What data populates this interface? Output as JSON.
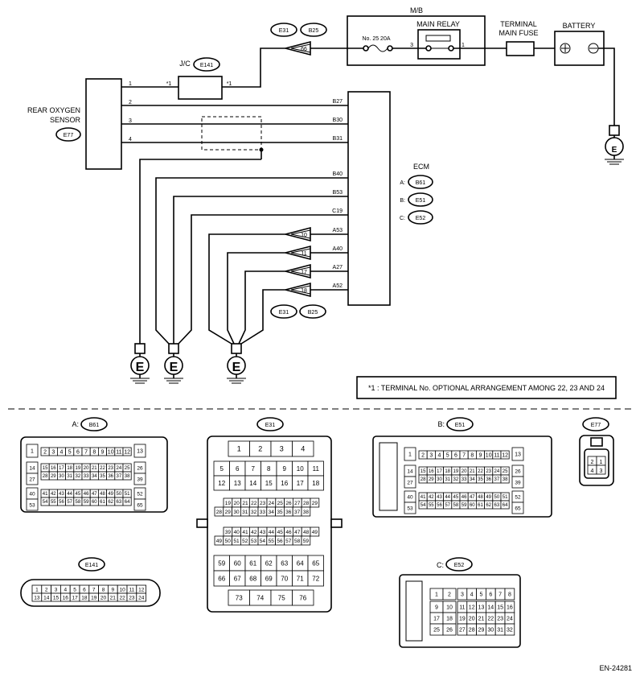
{
  "diagram": {
    "title_mb": "M/B",
    "main_relay": "MAIN RELAY",
    "fuse": "No. 25  20A",
    "relay_pins": [
      "3",
      "1"
    ],
    "terminal_main_fuse": [
      "TERMINAL",
      "MAIN FUSE"
    ],
    "battery": "BATTERY",
    "jc": "J/C",
    "jc_conn": "E141",
    "sensor": [
      "REAR OXYGEN",
      "SENSOR"
    ],
    "sensor_conn": "E77",
    "sensor_pins": [
      "1",
      "2",
      "3",
      "4"
    ],
    "star": "*1",
    "ecm": "ECM",
    "ecm_conns": [
      {
        "letter": "A:",
        "code": "B61"
      },
      {
        "letter": "B:",
        "code": "E51"
      },
      {
        "letter": "C:",
        "code": "E52"
      }
    ],
    "ecm_terminals": [
      "B27",
      "B30",
      "B31",
      "B40",
      "B53",
      "C19",
      "A53",
      "A40",
      "A27",
      "A52"
    ],
    "top_conn": [
      "E31",
      "B25"
    ],
    "top_conn_pin": "66",
    "bottom_conn": [
      "E31",
      "B25"
    ],
    "bottom_conn_pins": [
      "10",
      "11",
      "17",
      "18"
    ],
    "ground": "E",
    "note": "*1 : TERMINAL No. OPTIONAL ARRANGEMENT AMONG 22, 23 AND 24",
    "figure_id": "EN-24281"
  },
  "connectors": {
    "A": {
      "label": "A:",
      "code": "B61"
    },
    "E31": {
      "code": "E31"
    },
    "B": {
      "label": "B:",
      "code": "E51"
    },
    "E77": {
      "code": "E77",
      "pins": [
        "2",
        "1",
        "4",
        "3"
      ]
    },
    "E141": {
      "code": "E141"
    },
    "C": {
      "label": "C:",
      "code": "E52"
    }
  }
}
